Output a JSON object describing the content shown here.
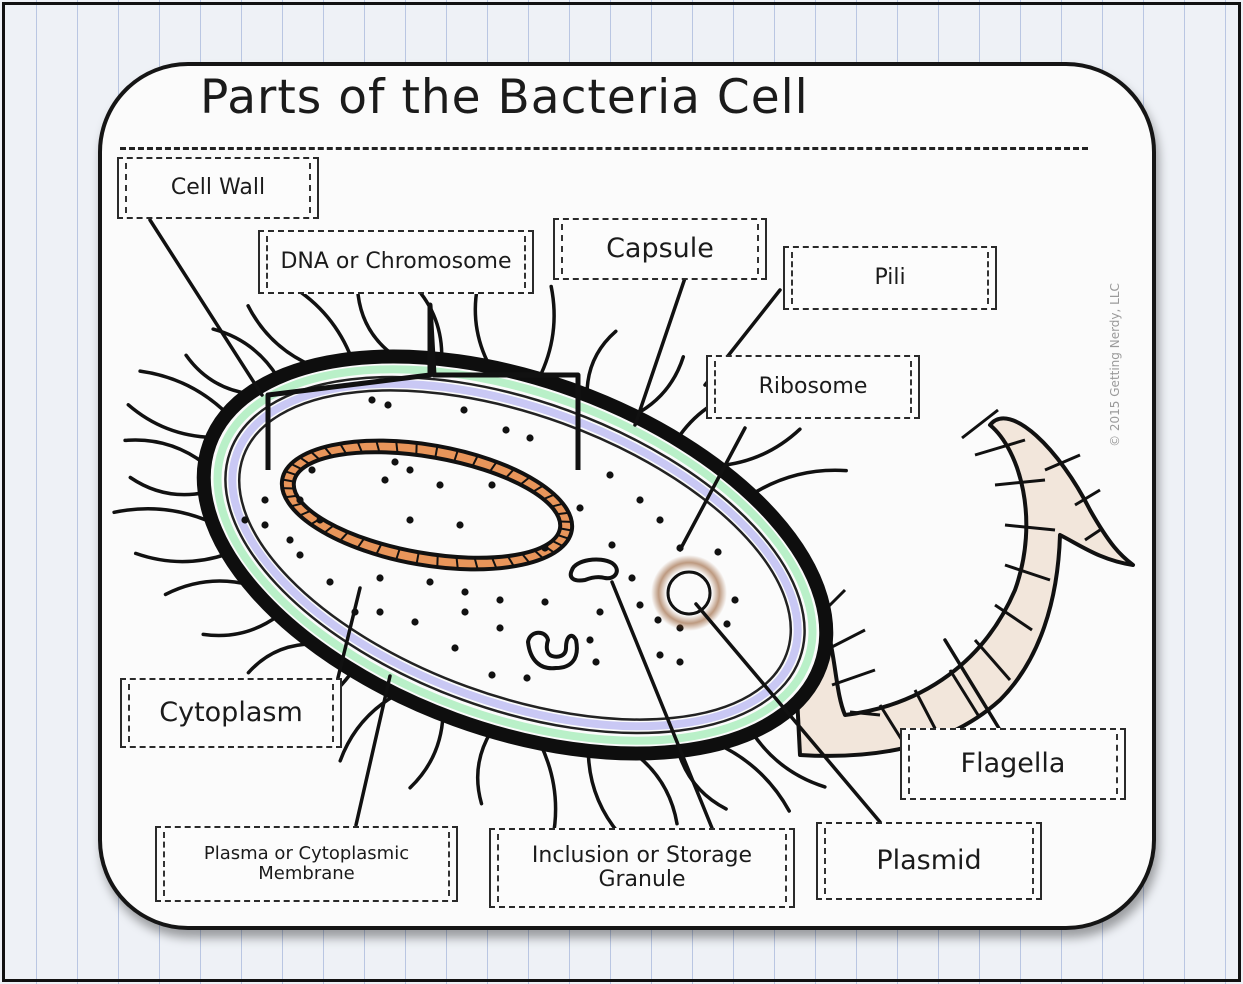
{
  "title": "Parts of the Bacteria Cell",
  "watermark": "© 2015 Getting Nerdy, LLC",
  "labels": {
    "cell_wall": "Cell Wall",
    "dna": "DNA or Chromosome",
    "capsule": "Capsule",
    "pili": "Pili",
    "ribosome": "Ribosome",
    "cytoplasm": "Cytoplasm",
    "flagella": "Flagella",
    "plasma_membrane": "Plasma or Cytoplasmic Membrane",
    "inclusion": "Inclusion or Storage Granule",
    "plasmid": "Plasmid"
  },
  "colors": {
    "nucleoid": "#e8955a",
    "membrane_outer": "#b9f0c8",
    "membrane_inner": "#c9c8f4",
    "flagellum_fill": "#f2e6db",
    "plasmid_glow": "#8a4a1c"
  }
}
